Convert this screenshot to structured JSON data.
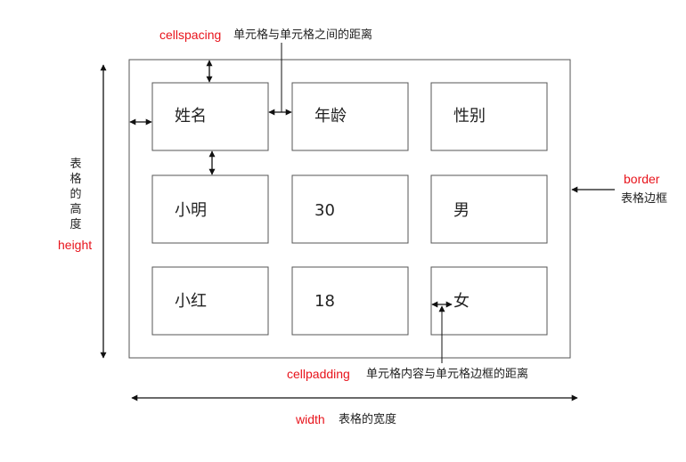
{
  "table": {
    "rows": [
      [
        "姓名",
        "年龄",
        "性别"
      ],
      [
        "小明",
        "30",
        "男"
      ],
      [
        "小红",
        "18",
        "女"
      ]
    ]
  },
  "annotations": {
    "cellspacing": {
      "term": "cellspacing",
      "desc": "单元格与单元格之间的距离"
    },
    "border": {
      "term": "border",
      "desc": "表格边框"
    },
    "height": {
      "term": "height",
      "desc": "表格的高度"
    },
    "cellpadding": {
      "term": "cellpadding",
      "desc": "单元格内容与单元格边框的距离"
    },
    "width": {
      "term": "width",
      "desc": "表格的宽度"
    }
  },
  "colors": {
    "term": "#e8141c",
    "line": "#555555",
    "arrow": "#111111",
    "text": "#222222"
  }
}
